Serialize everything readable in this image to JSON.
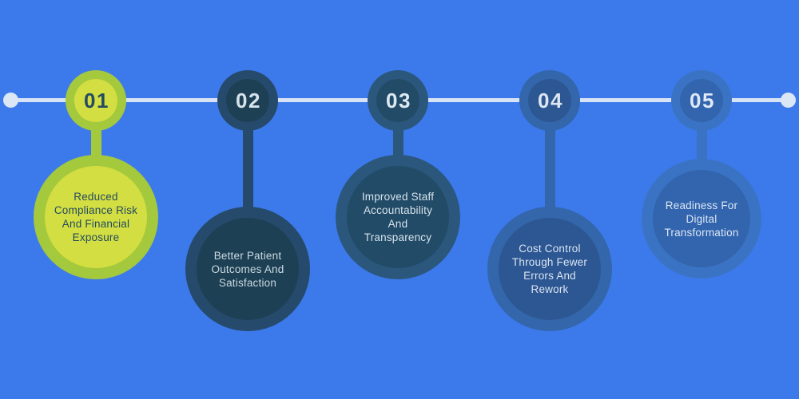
{
  "background_color": "#3C7AEC",
  "timeline": {
    "line_color": "#D8E3F5",
    "endpoint_color": "#DCE7F6"
  },
  "items": [
    {
      "number": "01",
      "label": "Reduced\nCompliance Risk\nAnd Financial\nExposure",
      "ring_color": "#A5C93C",
      "fill_color": "#D2DE41",
      "number_color": "#254B61",
      "text_color": "#254B61"
    },
    {
      "number": "02",
      "label": "Better Patient\nOutcomes And\nSatisfaction",
      "ring_color": "#264A6C",
      "fill_color": "#1D4054",
      "number_color": "#D7E3EA",
      "text_color": "#CBD9E2"
    },
    {
      "number": "03",
      "label": "Improved Staff\nAccountability\nAnd\nTransparency",
      "ring_color": "#2B577C",
      "fill_color": "#224B68",
      "number_color": "#DEEAF1",
      "text_color": "#D6E3EB"
    },
    {
      "number": "04",
      "label": "Cost Control\nThrough Fewer\nErrors And\nRework",
      "ring_color": "#3366AA",
      "fill_color": "#2C5793",
      "number_color": "#DDE6F2",
      "text_color": "#DAE3F0"
    },
    {
      "number": "05",
      "label": "Readiness For\nDigital\nTransformation",
      "ring_color": "#3B73C4",
      "fill_color": "#3365AE",
      "number_color": "#DFE9F7",
      "text_color": "#DAE6F4"
    }
  ]
}
